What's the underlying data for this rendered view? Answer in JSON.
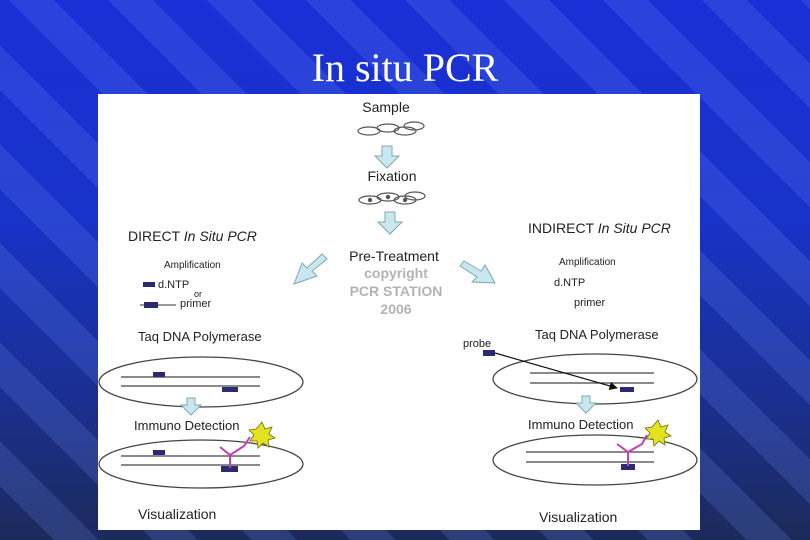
{
  "slide": {
    "title": "In situ PCR"
  },
  "diagram": {
    "center": {
      "sample": "Sample",
      "fixation": "Fixation",
      "pretreatment": "Pre-Treatment",
      "watermark": [
        "copyright",
        "PCR STATION",
        "2006"
      ]
    },
    "direct": {
      "title_plain": "DIRECT ",
      "title_italic": "In Situ PCR",
      "amplification": "Amplification",
      "dntp": "d.NTP",
      "or": "or",
      "primer": "primer",
      "taq": "Taq DNA Polymerase",
      "immuno": "Immuno Detection",
      "visualization": "Visualization"
    },
    "indirect": {
      "title_plain": "INDIRECT ",
      "title_italic": "In Situ PCR",
      "amplification": "Amplification",
      "dntp": "d.NTP",
      "primer": "primer",
      "probe": "probe",
      "taq": "Taq DNA Polymerase",
      "immuno": "Immuno Detection",
      "visualization": "Visualization"
    },
    "colors": {
      "marker": "#2b2a6e",
      "arrow_fill": "#c9e7ef",
      "arrow_stroke": "#7fa7b2",
      "antibody": "#c43fb7",
      "star": "#e2e21e"
    }
  }
}
